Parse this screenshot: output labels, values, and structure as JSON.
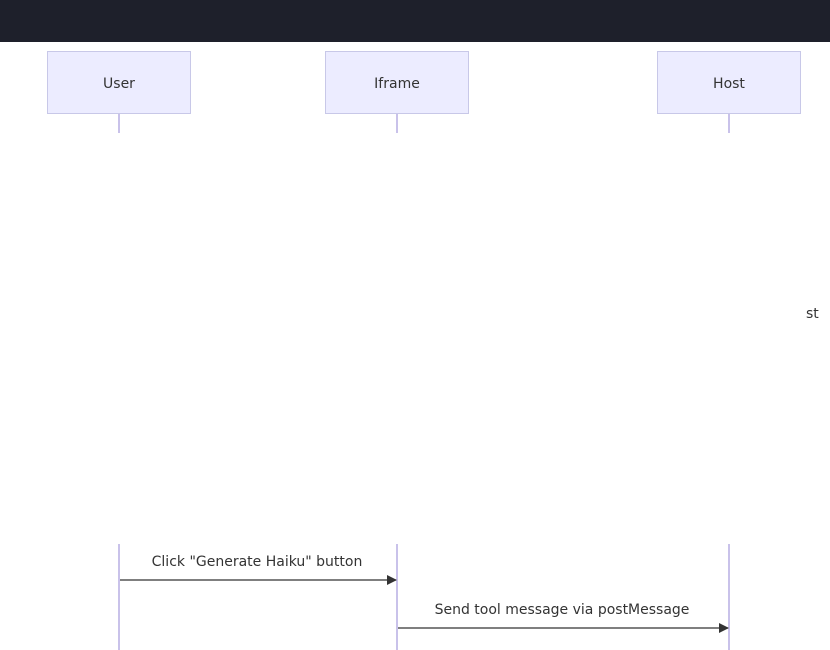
{
  "participants": [
    {
      "id": "user",
      "label": "User"
    },
    {
      "id": "iframe",
      "label": "Iframe"
    },
    {
      "id": "host",
      "label": "Host"
    }
  ],
  "partial_label": "st",
  "messages": [
    {
      "from": "user",
      "to": "iframe",
      "label": "Click \"Generate Haiku\" button"
    },
    {
      "from": "iframe",
      "to": "host",
      "label": "Send tool message via postMessage"
    }
  ],
  "colors": {
    "topbar": "#1e202b",
    "actor_fill": "#ececff",
    "actor_stroke": "#c8c8e8",
    "lifeline": "#c9c2ea",
    "arrow": "#333333",
    "text": "#333333"
  }
}
